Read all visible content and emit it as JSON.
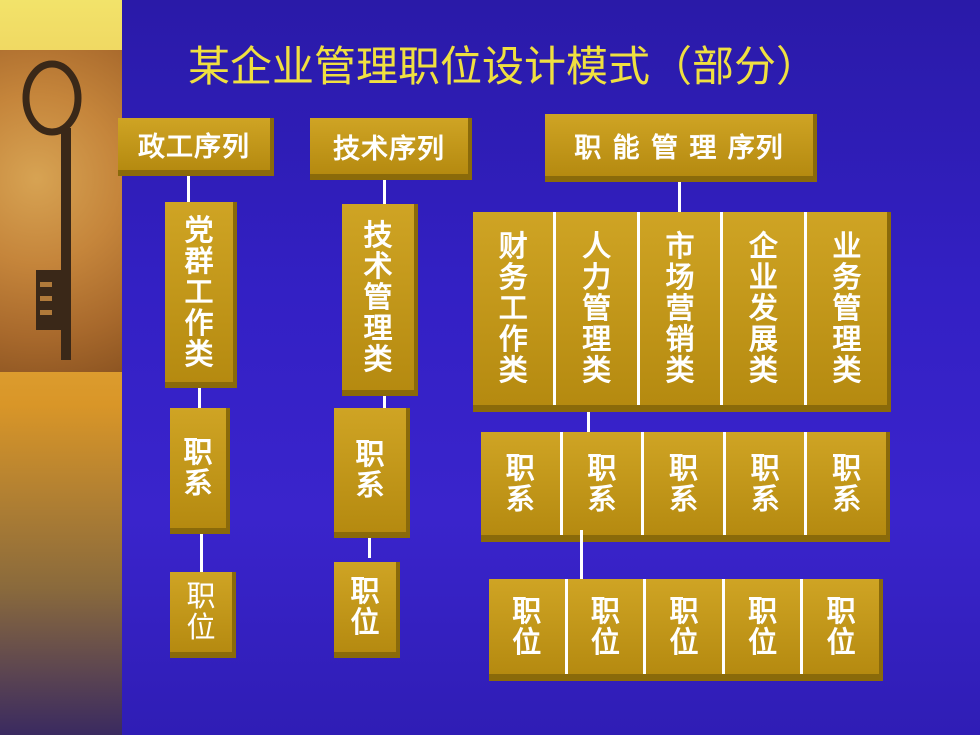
{
  "title": "某企业管理职位设计模式（部分）",
  "columns": [
    {
      "header": "政工序列",
      "category": [
        "党",
        "群",
        "工",
        "作",
        "类"
      ],
      "position_group": [
        "职",
        "系"
      ],
      "position": [
        "职",
        "位"
      ]
    },
    {
      "header": "技术序列",
      "category": [
        "技",
        "术",
        "管",
        "理",
        "类"
      ],
      "position_group": [
        "职",
        "系"
      ],
      "position": [
        "职",
        "位"
      ]
    }
  ],
  "functional": {
    "header": "职 能 管 理 序列",
    "categories": [
      [
        "财",
        "务",
        "工",
        "作",
        "类"
      ],
      [
        "人",
        "力",
        "管",
        "理",
        "类"
      ],
      [
        "市",
        "场",
        "营",
        "销",
        "类"
      ],
      [
        "企",
        "业",
        "发",
        "展",
        "类"
      ],
      [
        "业",
        "务",
        "管",
        "理",
        "类"
      ]
    ],
    "position_groups": [
      [
        "职",
        "系"
      ],
      [
        "职",
        "系"
      ],
      [
        "职",
        "系"
      ],
      [
        "职",
        "系"
      ],
      [
        "职",
        "系"
      ]
    ],
    "positions": [
      [
        "职",
        "位"
      ],
      [
        "职",
        "位"
      ],
      [
        "职",
        "位"
      ],
      [
        "职",
        "位"
      ],
      [
        "职",
        "位"
      ]
    ]
  },
  "colors": {
    "title": "#f0e040",
    "box": "#c49a18",
    "background": "#3320c4"
  }
}
